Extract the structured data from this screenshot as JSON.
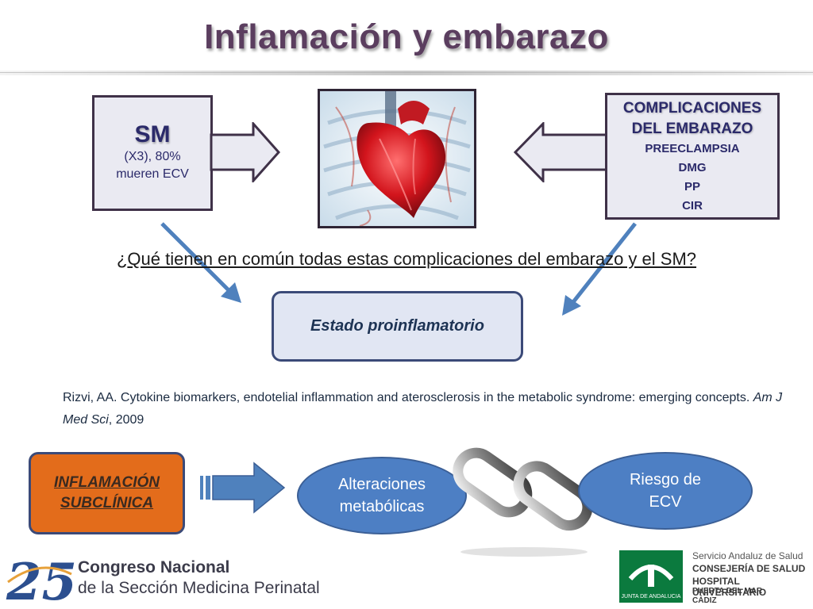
{
  "title": "Inflamación y embarazo",
  "sm_box": {
    "title": "SM",
    "subtitle": "(X3), 80% mueren ECV"
  },
  "complications_box": {
    "title_line1": "COMPLICACIONES",
    "title_line2": "DEL EMBARAZO",
    "items": [
      "PREECLAMPSIA",
      "DMG",
      "PP",
      "CIR"
    ]
  },
  "question": {
    "lead": "¿",
    "text": "Qué tienen en común todas estas complicaciones del embarazo y el SM?"
  },
  "estado_box": {
    "label": "Estado proinflamatorio"
  },
  "reference": {
    "text": "Rizvi, AA. Cytokine biomarkers, endotelial inflammation and aterosclerosis in the metabolic syndrome: emerging concepts. ",
    "journal": "Am J Med Sci",
    "year": ", 2009"
  },
  "inflamacion_box": {
    "line1": "INFLAMACIÓN",
    "line2": "SUBCLÍNICA"
  },
  "alteraciones": {
    "line1": "Alteraciones",
    "line2": "metabólicas"
  },
  "riesgo": {
    "line1": "Riesgo de",
    "line2": "ECV"
  },
  "footer": {
    "congreso_line1": "Congreso Nacional",
    "congreso_line2": "de la Sección Medicina Perinatal",
    "logo_number": "25",
    "junta_text": "JUNTA DE ANDALUCIA",
    "sas_line1": "Servicio Andaluz de Salud",
    "sas_line2": "CONSEJERÍA DE SALUD",
    "sas_line3": "HOSPITAL UNIVERSITARIO",
    "sas_line4": "PUERTA DEL MAR",
    "sas_line5": "CÁDIZ"
  },
  "colors": {
    "title": "#5b3e5f",
    "box_fill": "#eaeaf2",
    "orange": "#e36c1b",
    "blue_ellipse": "#4d7fc4",
    "arrow_blue": "#4f81bd",
    "junta_green": "#0b7a3e"
  }
}
